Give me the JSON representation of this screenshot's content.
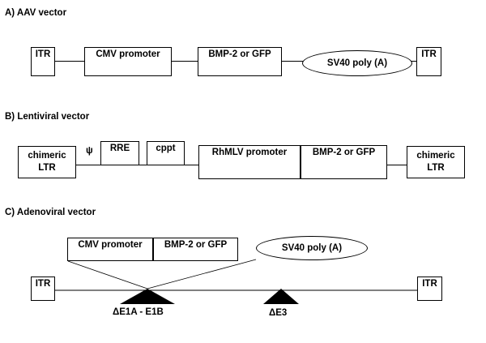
{
  "aav": {
    "title": "A) AAV vector",
    "itr_left": "ITR",
    "promoter": "CMV promoter",
    "transgene": "BMP-2 or GFP",
    "polya": "SV40 poly (A)",
    "itr_right": "ITR"
  },
  "lentiviral": {
    "title": "B) Lentiviral vector",
    "ltr_left_line1": "chimeric",
    "ltr_left_line2": "LTR",
    "psi": "ψ",
    "rre": "RRE",
    "cppt": "cppt",
    "promoter": "RhMLV promoter",
    "transgene": "BMP-2 or GFP",
    "ltr_right_line1": "chimeric",
    "ltr_right_line2": "LTR"
  },
  "adenoviral": {
    "title": "C) Adenoviral vector",
    "promoter": "CMV promoter",
    "transgene": "BMP-2 or GFP",
    "polya": "SV40 poly (A)",
    "itr_left": "ITR",
    "itr_right": "ITR",
    "deletion_e1": "ΔE1A - E1B",
    "deletion_e3": "ΔE3"
  }
}
